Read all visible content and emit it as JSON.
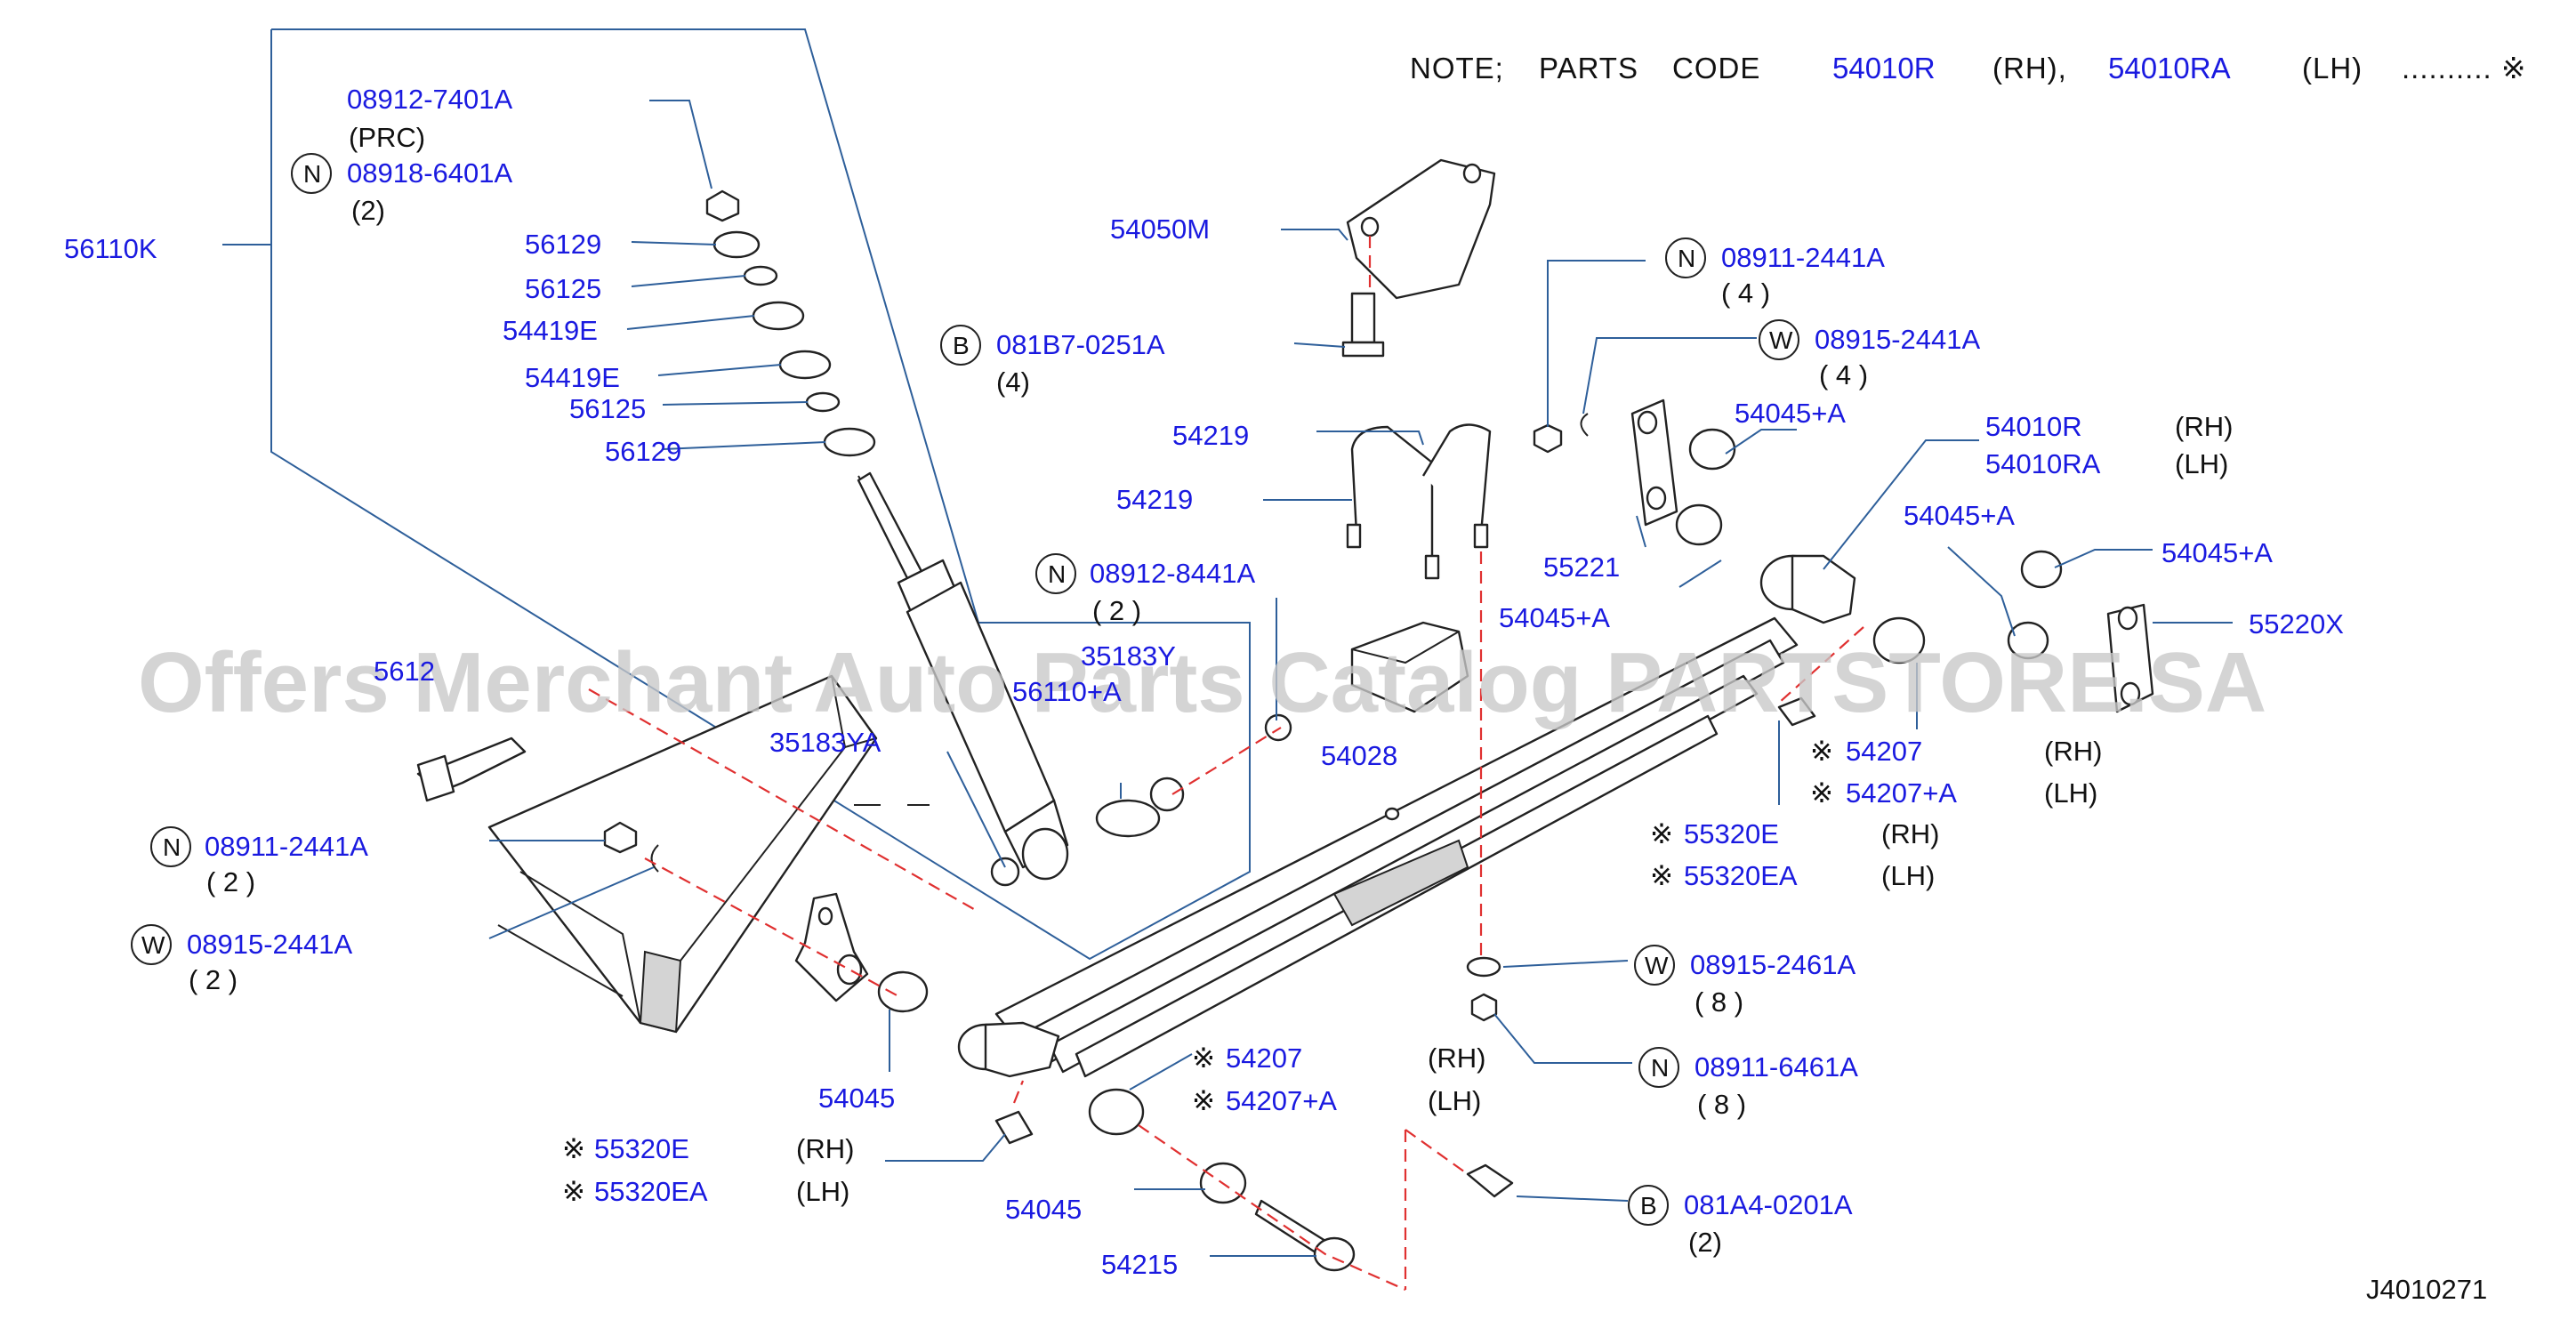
{
  "note": {
    "prefix": "NOTE;",
    "parts_code": "PARTS",
    "code_word": "CODE",
    "rh_code": "54010R",
    "rh": "(RH),",
    "lh_code": "54010RA",
    "lh": "(LH)",
    "trail": ".......... ※"
  },
  "watermark": "Offers Merchant Auto Parts Catalog PARTSTORE.SA",
  "diagram_code": "J4010271",
  "labels": {
    "l56110k": "56110K",
    "l08912_7401a": "08912-7401A",
    "prc": "(PRC)",
    "l08918_6401a": "08918-6401A",
    "q2a": "(2)",
    "l56129a": "56129",
    "l56125a": "56125",
    "l54419ea": "54419E",
    "l54419eb": "54419E",
    "l56125b": "56125",
    "l56129b": "56129",
    "l54050m": "54050M",
    "l081b7": "081B7-0251A",
    "q4a": "(4)",
    "l54219a": "54219",
    "l54219b": "54219",
    "l08912_8441a": "08912-8441A",
    "q2b": "( 2 )",
    "l35183y": "35183Y",
    "l56110a": "56110+A",
    "l35183ya": "35183YA",
    "l5612x": "5612",
    "l08911_2441a_top": "08911-2441A",
    "q4b": "( 4 )",
    "l08915_2441a_top": "08915-2441A",
    "q4c": "( 4 )",
    "l54045a_1": "54045+A",
    "l55221": "55221",
    "l54045a_2": "54045+A",
    "l54010r": "54010R",
    "rh1": "(RH)",
    "l54010ra": "54010RA",
    "lh1": "(LH)",
    "l54045a_3": "54045+A",
    "l54045a_4": "54045+A",
    "l55220x": "55220X",
    "l54028": "54028",
    "l54207_r": "54207",
    "rh2": "(RH)",
    "l54207a_r": "54207+A",
    "lh2": "(LH)",
    "l55320e_r": "55320E",
    "rh3": "(RH)",
    "l55320ea_r": "55320EA",
    "lh3": "(LH)",
    "l08911_2441a_l": "08911-2441A",
    "q2c": "( 2 )",
    "l08915_2441a_l": "08915-2441A",
    "q2d": "( 2 )",
    "l54045_l": "54045",
    "l54207_b": "54207",
    "l54207a_b": "54207+A",
    "rh4": "(RH)",
    "lh4": "(LH)",
    "l08915_2461a": "08915-2461A",
    "q8a": "( 8 )",
    "l08911_6461a": "08911-6461A",
    "q8b": "( 8 )",
    "l55320e_b": "55320E",
    "rh5": "(RH)",
    "l55320ea_b": "55320EA",
    "lh5": "(LH)",
    "l54045_b": "54045",
    "l54215": "54215",
    "l081a4": "081A4-0201A",
    "q2e": "(2)",
    "star": "※"
  },
  "callouts": {
    "n": "N",
    "w": "W",
    "b": "B"
  }
}
